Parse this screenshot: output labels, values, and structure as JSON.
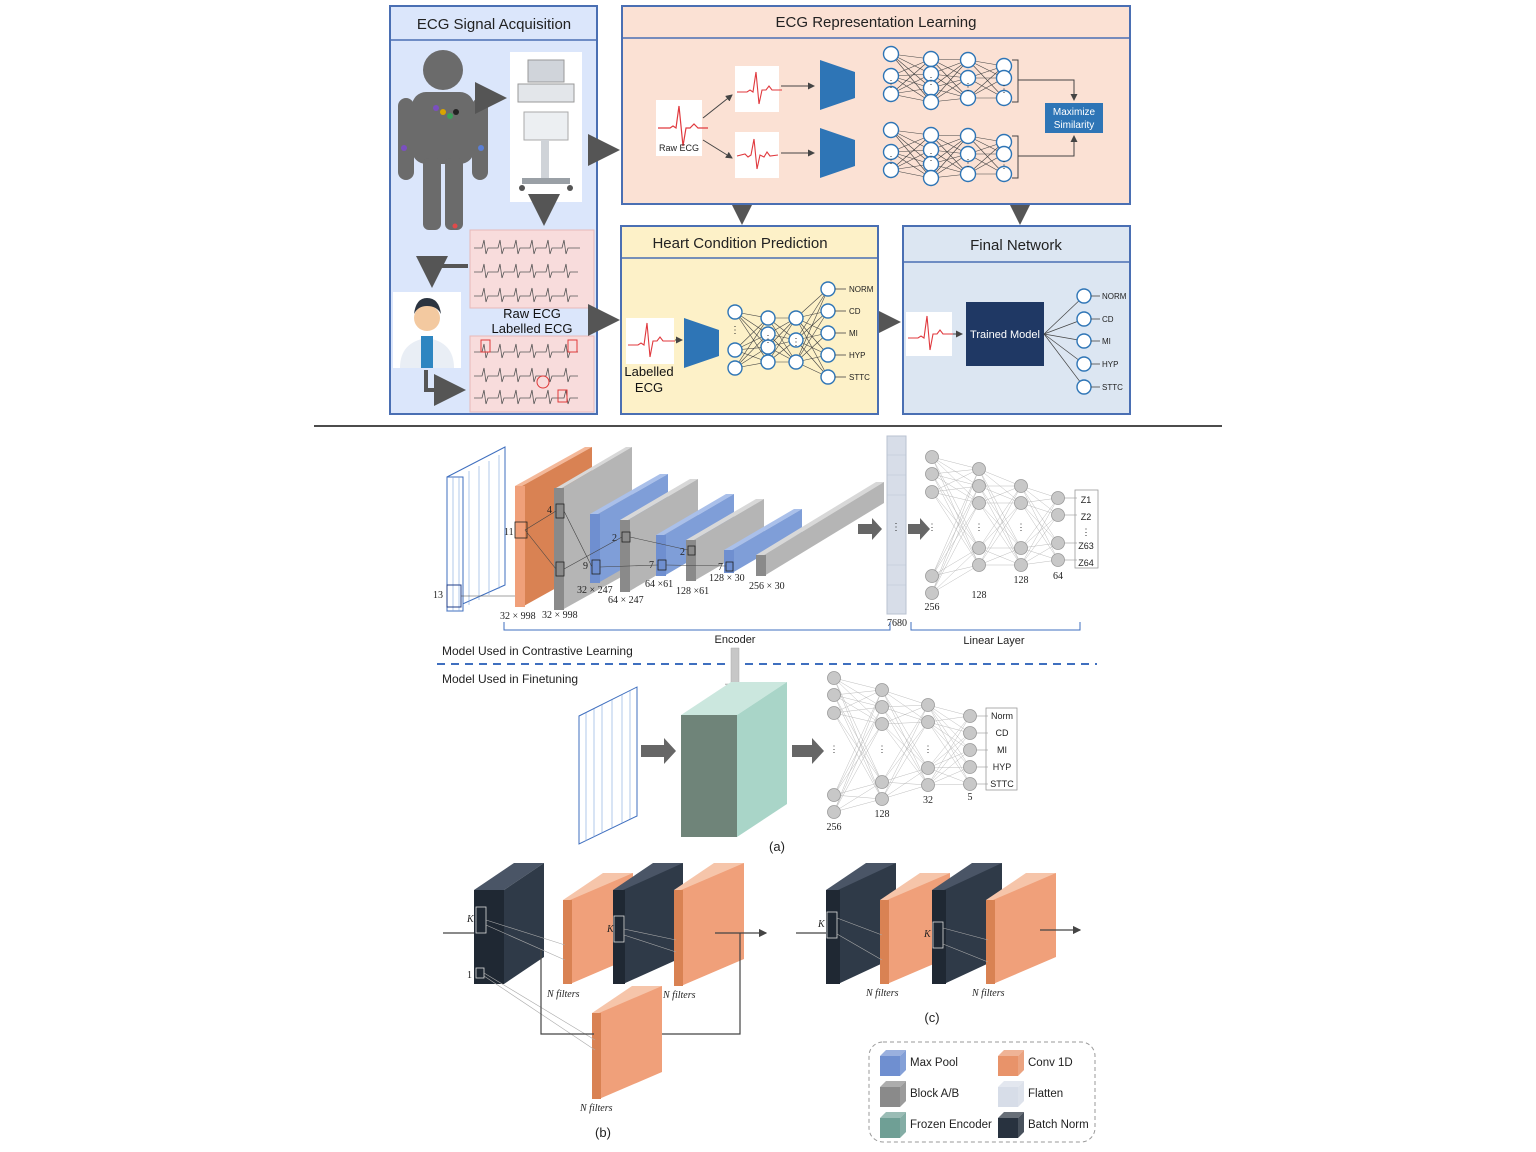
{
  "panel_acquisition": {
    "title": "ECG Signal Acquisition",
    "raw_ecg": "Raw ECG",
    "labelled_ecg": "Labelled ECG"
  },
  "panel_representation": {
    "title": "ECG Representation Learning",
    "raw_ecg": "Raw ECG",
    "maximize": "Maximize",
    "similarity": "Similarity"
  },
  "panel_prediction": {
    "title": "Heart Condition Prediction",
    "labelled": "Labelled",
    "ecg": "ECG",
    "classes": [
      "NORM",
      "CD",
      "MI",
      "HYP",
      "STTC"
    ]
  },
  "panel_final": {
    "title": "Final Network",
    "trained_model": "Trained Model",
    "classes": [
      "NORM",
      "CD",
      "MI",
      "HYP",
      "STTC"
    ]
  },
  "contrastive": {
    "encoder_label": "Encoder",
    "linear_label": "Linear Layer",
    "section_label": "Model Used in Contrastive Learning",
    "input_dim": "13",
    "kernels": {
      "k11": "11",
      "k4": "4",
      "k9": "9",
      "k2a": "2",
      "k7a": "7",
      "k2b": "2",
      "k7b": "7"
    },
    "dims": {
      "d1": "32 × 998",
      "d2": "32 × 998",
      "d3": "32 × 247",
      "d4": "64 × 247",
      "d5": "64 ×61",
      "d6": "128 ×61",
      "d7": "128 × 30",
      "d8": "256 × 30",
      "flat": "7680"
    },
    "layer_sizes": [
      "256",
      "128",
      "128",
      "64"
    ],
    "outputs": [
      "Z1",
      "Z2",
      "⋮",
      "Z63",
      "Z64"
    ]
  },
  "finetune": {
    "section_label": "Model Used in  Finetuning",
    "layer_sizes": [
      "256",
      "128",
      "32",
      "5"
    ],
    "outputs": [
      "Norm",
      "CD",
      "MI",
      "HYP",
      "STTC"
    ]
  },
  "captions": {
    "a": "(a)",
    "b": "(b)",
    "c": "(c)"
  },
  "blocks": {
    "k": "K",
    "one": "1",
    "nfilters": "N filters"
  },
  "legend": [
    {
      "label": "Max Pool",
      "color": "#6f8fd0"
    },
    {
      "label": "Conv 1D",
      "color": "#e8936a"
    },
    {
      "label": "Block A/B",
      "color": "#8a8a8a"
    },
    {
      "label": "Flatten",
      "color": "#d7dde8"
    },
    {
      "label": "Frozen Encoder",
      "color": "#6f9f95"
    },
    {
      "label": "Batch Norm",
      "color": "#28323f"
    }
  ],
  "colors": {
    "acq_bg": "#dbe6fb",
    "rep_bg": "#fbe1d4",
    "pred_bg": "#fdf1c8",
    "final_bg": "#dce6f2",
    "panel_border": "#4a6fb3",
    "trapezoid": "#2e75b6",
    "ecg_red": "#e0393e",
    "trained_box": "#1f3864",
    "conv": "#f0a07a",
    "gray_block": "#b5b5b5",
    "maxpool": "#7f9ed8",
    "frozen": "#a9d5c8",
    "batchnorm": "#2f3a48"
  }
}
